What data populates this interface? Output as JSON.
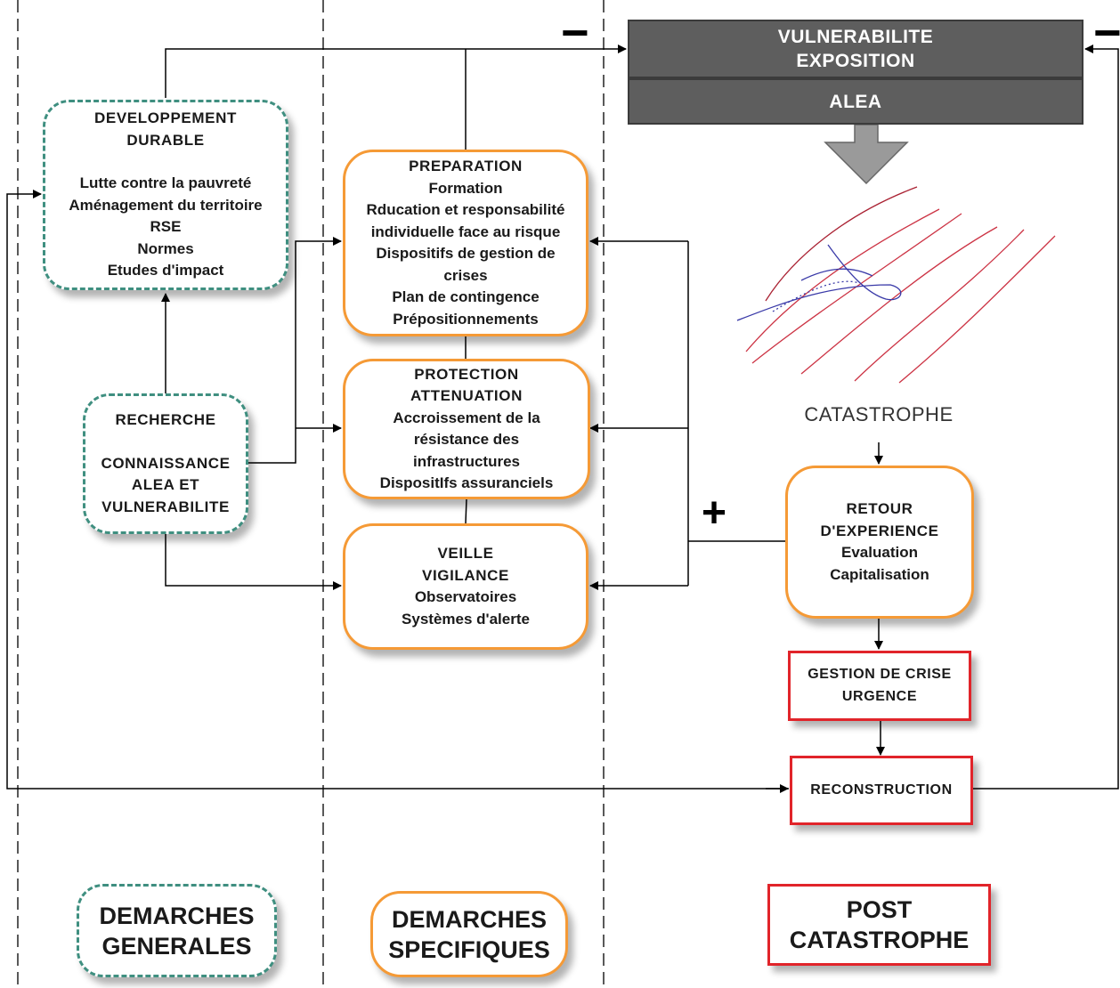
{
  "header": {
    "hazard_box": {
      "line1": "VULNERABILITE",
      "line2": "EXPOSITION",
      "alea": "ALEA"
    }
  },
  "nodes": {
    "developpement": {
      "title1": "DEVELOPPEMENT",
      "title2": "DURABLE",
      "items": [
        "Lutte contre la pauvreté",
        "Aménagement du territoire",
        "RSE",
        "Normes",
        "Etudes d'impact"
      ]
    },
    "recherche": {
      "title": "RECHERCHE",
      "items": [
        "CONNAISSANCE",
        "ALEA ET",
        "VULNERABILITE"
      ]
    },
    "preparation": {
      "title": "PREPARATION",
      "items": [
        "Formation",
        "Rducation et responsabilité",
        "individuelle face au risque",
        "Dispositifs de gestion de",
        "crises",
        "Plan de contingence",
        "Prépositionnements"
      ]
    },
    "protection": {
      "title1": "PROTECTION",
      "title2": "ATTENUATION",
      "items": [
        "Accroissement de la",
        "résistance des",
        "infrastructures",
        "DispositIfs assuranciels"
      ]
    },
    "veille": {
      "title1": "VEILLE",
      "title2": "VIGILANCE",
      "items": [
        "Observatoires",
        "Systèmes d'alerte"
      ]
    },
    "catastrophe": {
      "label": "CATASTROPHE"
    },
    "retour": {
      "title1": "RETOUR",
      "title2": "D'EXPERIENCE",
      "items": [
        "Evaluation",
        "Capitalisation"
      ]
    },
    "gestion": {
      "line1": "GESTION DE CRISE",
      "line2": "URGENCE"
    },
    "reconstruction": {
      "label": "RECONSTRUCTION"
    }
  },
  "legend": {
    "generales": {
      "line1": "DEMARCHES",
      "line2": "GENERALES"
    },
    "specifiques": {
      "line1": "DEMARCHES",
      "line2": "SPECIFIQUES"
    },
    "post": {
      "line1": "POST",
      "line2": "CATASTROPHE"
    }
  },
  "signs": {
    "minus": "−",
    "plus": "+"
  },
  "colors": {
    "teal": "#3f8f80",
    "orange": "#f59a36",
    "red": "#e1242a",
    "dark_box": "#5e5e5e",
    "map_red": "#cc3344",
    "map_blue": "#3a3aa8"
  }
}
